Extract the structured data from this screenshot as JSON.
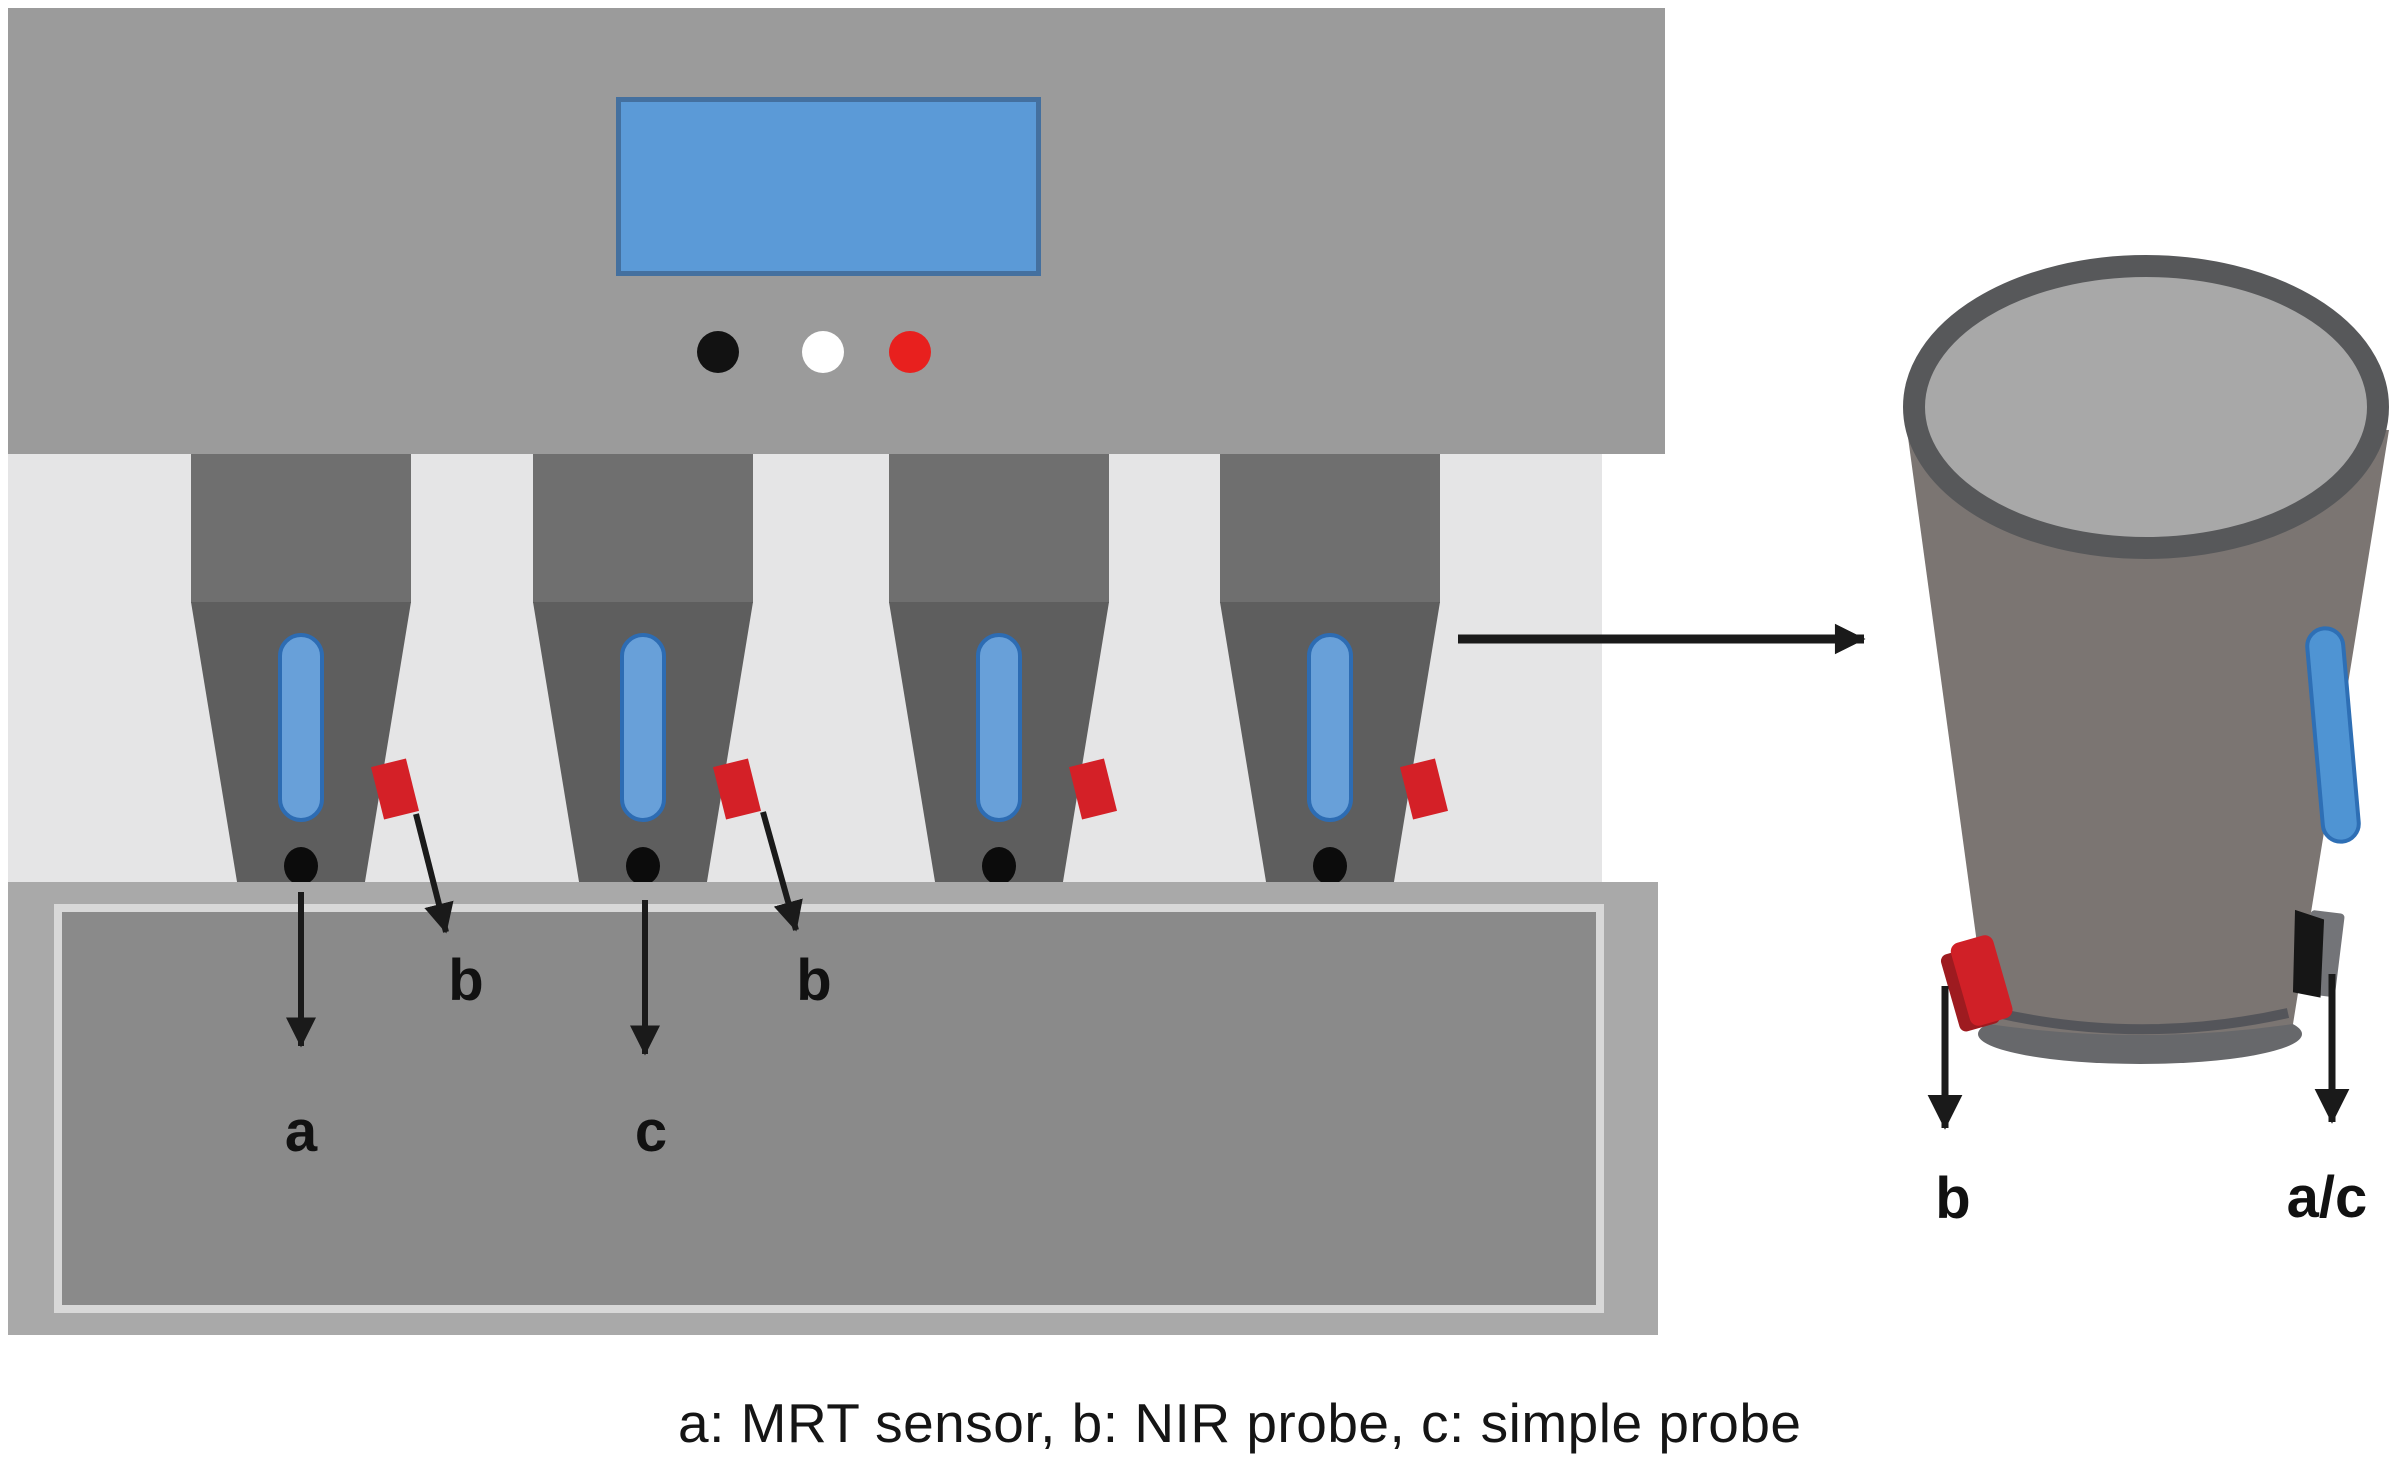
{
  "caption": {
    "text": "a: MRT sensor, b: NIR probe, c: simple probe"
  },
  "labels": {
    "a": "a",
    "b": "b",
    "c": "c",
    "ac": "a/c"
  },
  "legend": [
    {
      "key": "a",
      "meaning": "MRT sensor"
    },
    {
      "key": "b",
      "meaning": "NIR probe"
    },
    {
      "key": "c",
      "meaning": "simple probe"
    }
  ],
  "stations": {
    "count": 4
  },
  "colors": {
    "machine_gray": "#9b9b9b",
    "background_strip": "#e5e5e6",
    "shank_gray": "#6f6f6f",
    "cone_gray": "#5e5e5e",
    "plate_frame": "#a9a9a9",
    "plate_inner": "#8a8a8a",
    "screen_blue": "#5b9ad7",
    "slot_blue": "#68a0d9",
    "slot_border_blue": "#2d6cb3",
    "nir_probe_red": "#d42027",
    "indicator_red": "#e8201e",
    "indicator_white": "#ffffff",
    "indicator_black": "#121212",
    "mrt_dot_black": "#0c0c0c",
    "bucket_body": "#7b7572",
    "bucket_rim": "#57585a",
    "bucket_top": "#a8a8a8",
    "arrow_black": "#1a1a1a"
  }
}
